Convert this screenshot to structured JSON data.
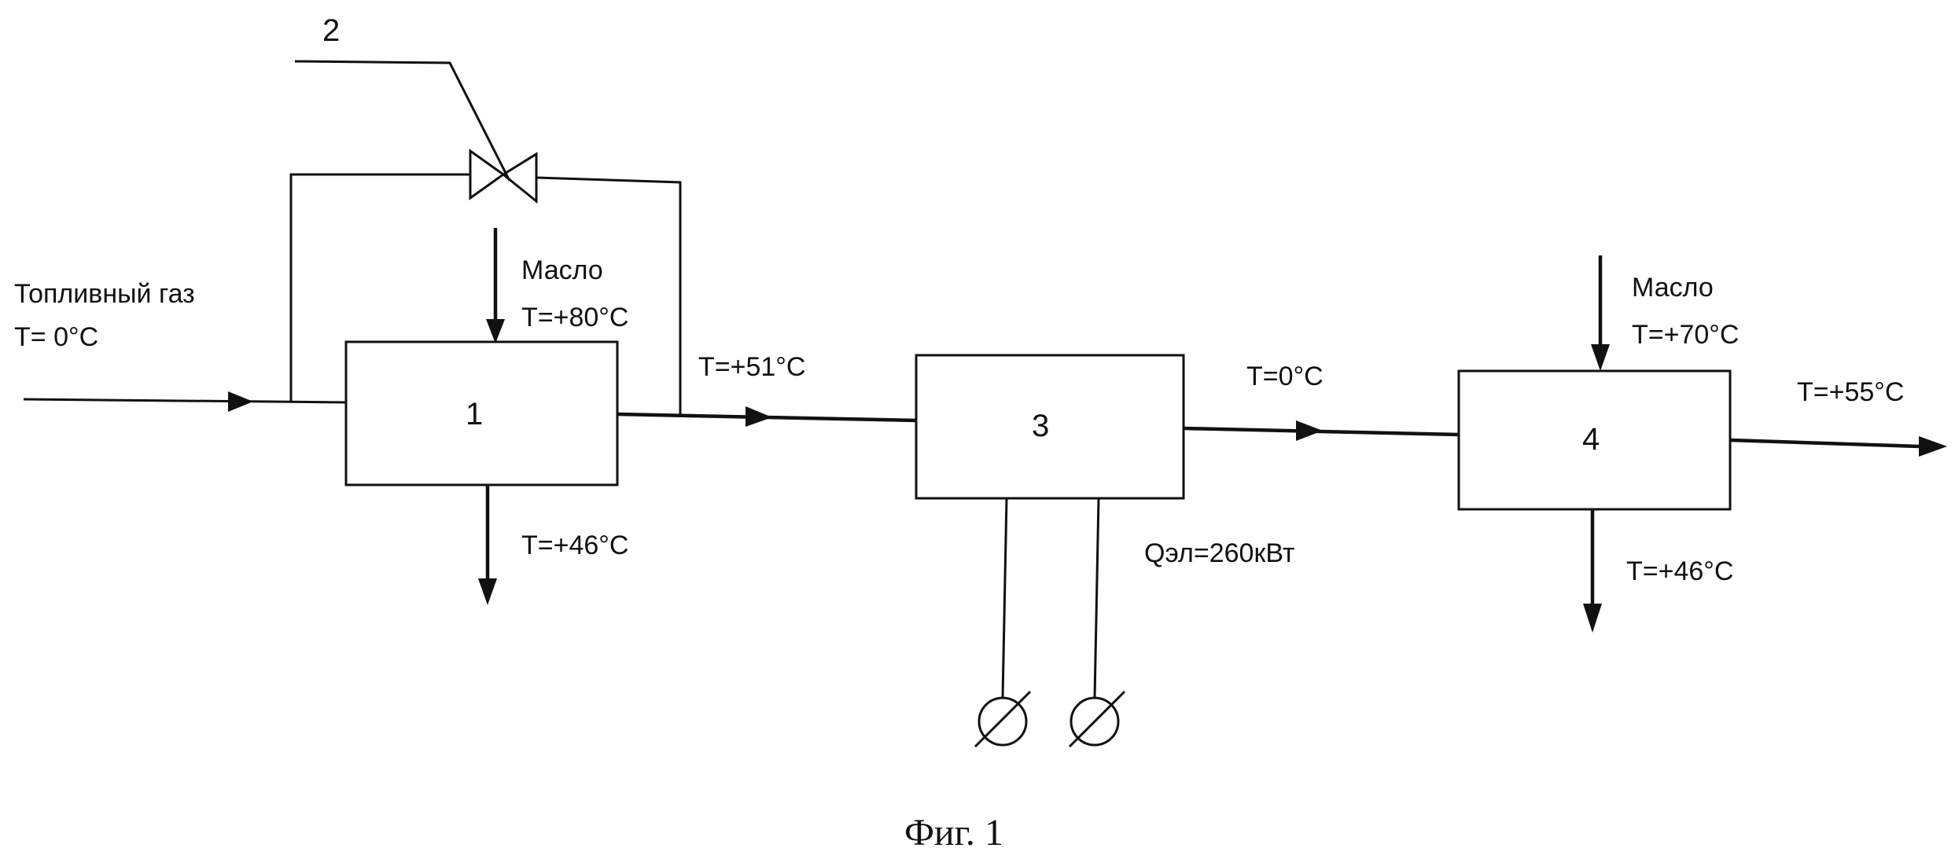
{
  "diagram": {
    "units": {
      "unit_1": {
        "number": "1"
      },
      "unit_2": {
        "number": "2"
      },
      "unit_3": {
        "number": "3"
      },
      "unit_4": {
        "number": "4"
      }
    },
    "inlet": {
      "name": "Топливный газ",
      "temp": "T= 0°C"
    },
    "oil_1": {
      "name": "Масло",
      "temp_in": "T=+80°C",
      "temp_out": "T=+46°C"
    },
    "stream_1_3": {
      "temp": "T=+51°C"
    },
    "stream_3_4": {
      "temp": "T=0°C"
    },
    "power": {
      "label": "Qэл=260кВт"
    },
    "oil_4": {
      "name": "Масло",
      "temp_in": "T=+70°C",
      "temp_out": "T=+46°C"
    },
    "outlet": {
      "temp": "T=+55°C"
    },
    "caption": "Фиг. 1"
  }
}
